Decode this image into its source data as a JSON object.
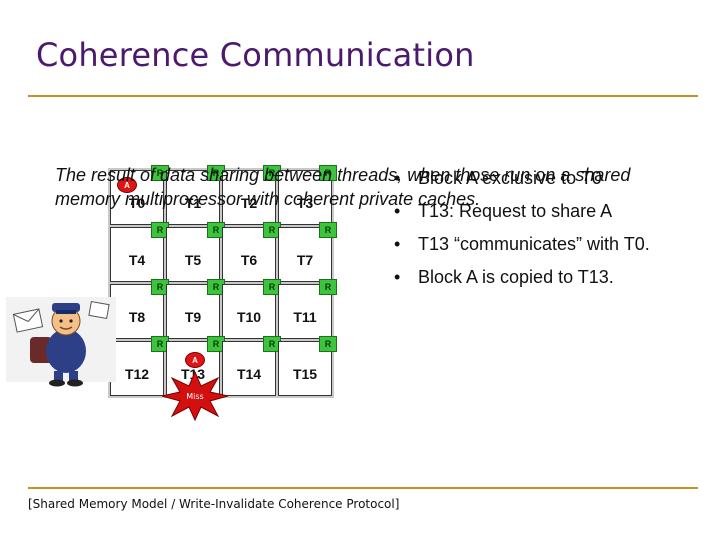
{
  "slide": {
    "title": "Coherence Communication",
    "caption": "The result of data sharing between threads, when those run on a shared memory multiprocessor with coherent private caches.",
    "bullets": [
      "Block A exclusive to T0",
      "T13: Request to share A",
      "T13 “communicates” with T0.",
      "Block A is copied to T13."
    ],
    "footer": "[Shared Memory Model / Write-Invalidate Coherence Protocol]"
  },
  "diagram": {
    "threads": [
      "T0",
      "T1",
      "T2",
      "T3",
      "T4",
      "T5",
      "T6",
      "T7",
      "T8",
      "T9",
      "T10",
      "T11",
      "T12",
      "T13",
      "T14",
      "T15"
    ],
    "cache_label": "R",
    "block_label": "A",
    "miss_label": "Miss"
  },
  "colors": {
    "title": "#4b1a6e",
    "rule": "#c8902a",
    "cache": "#3cc43c",
    "block": "#e01414"
  }
}
